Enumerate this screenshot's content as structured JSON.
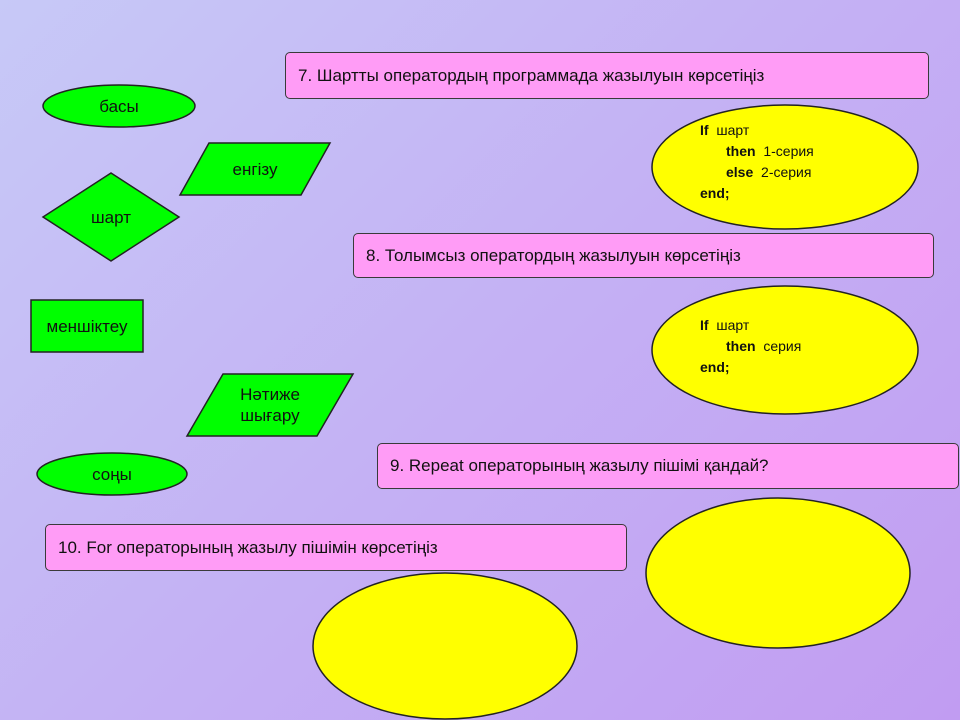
{
  "flowchart": {
    "start": "басы",
    "input": "енгізу",
    "condition": "шарт",
    "assign": "меншіктеу",
    "output": "Нәтиже\n шығару",
    "end": "соңы"
  },
  "questions": {
    "q7": "7. Шартты оператордың программада жазылуын көрсетіңіз",
    "q8": "8. Толымсыз оператордың жазылуын көрсетіңіз",
    "q9": "9. Repeat операторының жазылу пішімі қандай?",
    "q10": "10. For операторының жазылу пішімін көрсетіңіз"
  },
  "answer7": {
    "if_kw": "If",
    "if_rest": "шарт",
    "then_kw": "then",
    "then_rest": "1-серия",
    "else_kw": "else",
    "else_rest": "2-серия",
    "end_kw": "end;"
  },
  "answer8": {
    "if_kw": "If",
    "if_rest": "шарт",
    "then_kw": "then",
    "then_rest": "серия",
    "end_kw": "end;"
  },
  "colors": {
    "shape_fill": "#00ff00",
    "answer_fill": "#ffff00",
    "question_fill": "#ff9cf6",
    "stroke": "#222222"
  }
}
